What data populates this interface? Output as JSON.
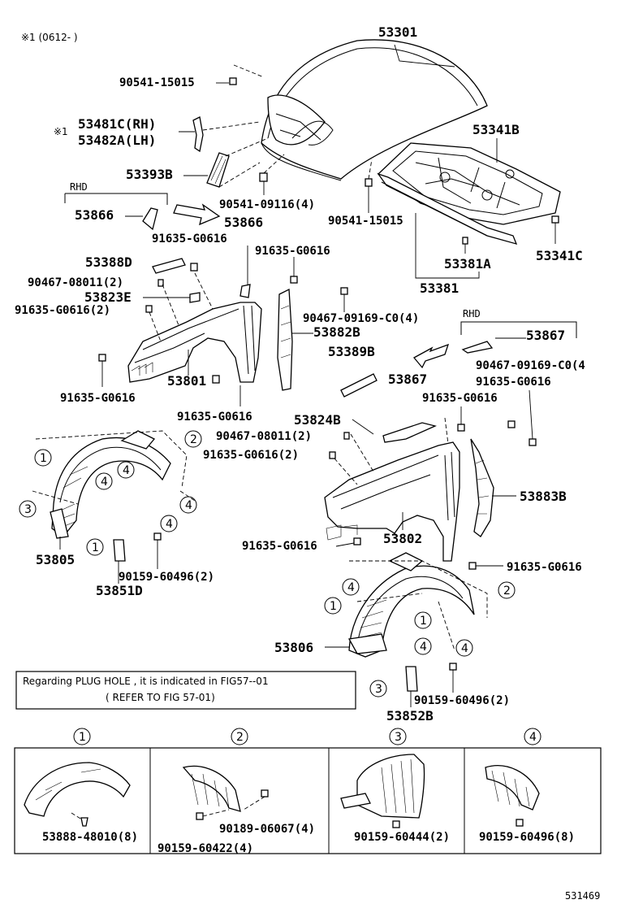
{
  "diagram": {
    "footnote": "※1 (0612-      )",
    "figure_id": "531469",
    "note_line1": "Regarding PLUG HOLE , it is indicated in FIG57--01",
    "note_line2": "( REFER TO FIG 57-01)",
    "parts": {
      "hood": "53301",
      "hood_bolt_top": "90541-15015",
      "mark_1": "※1",
      "hinge_rh": "53481C(RH)",
      "hinge_lh": "53482A(LH)",
      "bracket_53393b": "53393B",
      "cushion_left": "90541-09116(4)",
      "rhd_left": "RHD",
      "part_53866_label": "53866",
      "part_53866_arrow": "53866",
      "cushion_right": "90541-15015",
      "insulator": "53341B",
      "clip_53341c": "53341C",
      "seal_53381a": "53381A",
      "seal_53381": "53381",
      "clip_g0616_a": "91635-G0616",
      "clip_g0616_b": "91635-G0616",
      "seal_53388d": "53388D",
      "screw_08011_a": "90467-08011(2)",
      "bracket_53823e": "53823E",
      "clip_g0616_2a": "91635-G0616(2)",
      "screw_09169_a": "90467-09169-C0(4)",
      "seal_53882b": "53882B",
      "rhd_right": "RHD",
      "part_53867_label": "53867",
      "screw_09169_b": "90467-09169-C0(4",
      "seal_53389b": "53389B",
      "part_53867_arrow": "53867",
      "clip_g0616_c": "91635-G0616",
      "clip_g0616_d": "91635-G0616",
      "fender_lh": "53801",
      "clip_g0616_e": "91635-G0616",
      "clip_g0616_f": "91635-G0616",
      "bracket_53824b": "53824B",
      "screw_08011_b": "90467-08011(2)",
      "clip_g0616_2b": "91635-G0616(2)",
      "seal_53883b": "53883B",
      "fender_rh": "53802",
      "clip_g0616_g": "91635-G0616",
      "clip_g0616_h": "91635-G0616",
      "liner_lh": "53805",
      "clip_60496_a": "90159-60496(2)",
      "mud_53851d": "53851D",
      "liner_rh": "53806",
      "clip_60496_b": "90159-60496(2)",
      "mud_53852b": "53852B"
    },
    "callouts": {
      "c1": "1",
      "c2": "2",
      "c3": "3",
      "c4": "4"
    },
    "detail_panels": [
      {
        "number": "1",
        "part": "53888-48010(8)"
      },
      {
        "number": "2",
        "part_a": "90189-06067(4)",
        "part_b": "90159-60422(4)"
      },
      {
        "number": "3",
        "part": "90159-60444(2)"
      },
      {
        "number": "4",
        "part": "90159-60496(8)"
      }
    ]
  }
}
